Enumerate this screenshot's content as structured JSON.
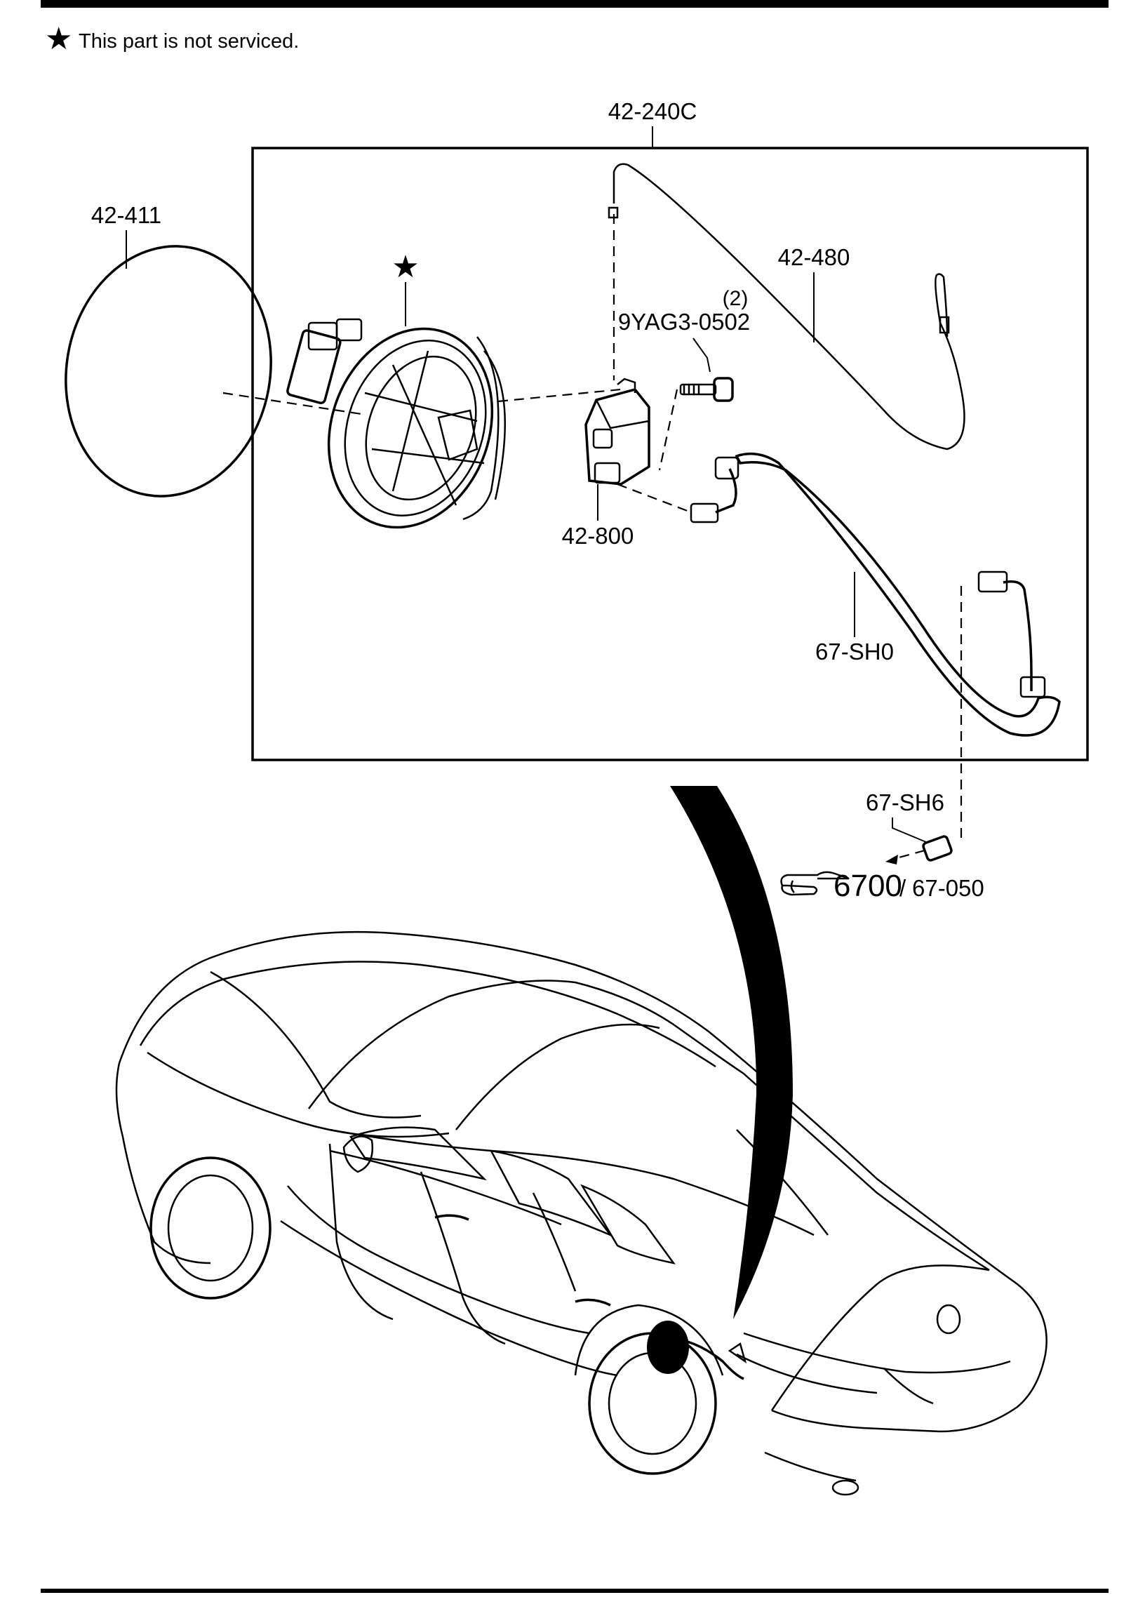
{
  "note": {
    "star_symbol": "★",
    "text": "This part is not serviced."
  },
  "labels": {
    "assembly": "42-240C",
    "o_ring": "42-411",
    "cable": "42-480",
    "bolt_qty": "(2)",
    "bolt": "9YAG3-0502",
    "actuator": "42-800",
    "drain_hose": "67-SH0",
    "clip": "67-SH6",
    "star_marker": "★"
  },
  "reference": {
    "hand_icon": "pointing-hand-icon",
    "section": "6700",
    "separator": "/",
    "subsection": "67-050"
  },
  "colors": {
    "ink": "#000000",
    "paper": "#ffffff"
  }
}
